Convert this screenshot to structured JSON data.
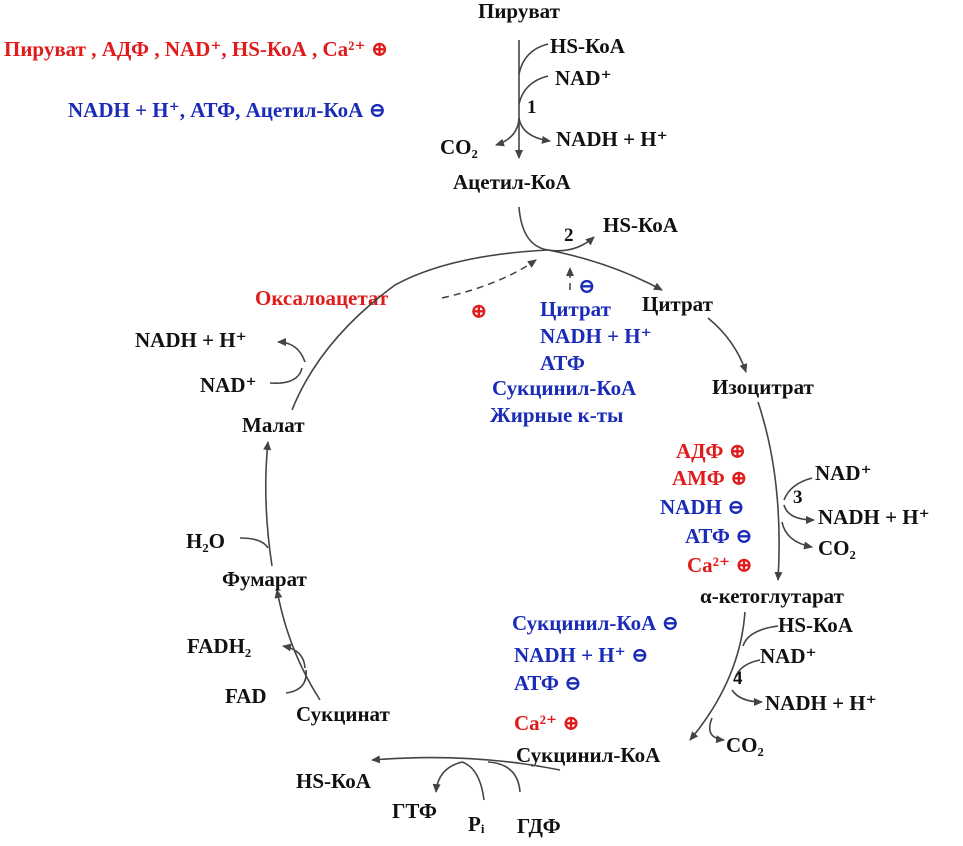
{
  "colors": {
    "activator": "#e01b1b",
    "inhibitor": "#1a2bb8",
    "text": "#111111",
    "line": "#444444"
  },
  "metabolites": {
    "pyruvate": "Пируват",
    "acetyl_coa": "Ацетил-КоА",
    "citrate": "Цитрат",
    "isocitrate": "Изоцитрат",
    "alpha_ketoglutarate": "α-кетоглутарат",
    "succinyl_coa": "Сукцинил-КоА",
    "succinate": "Сукцинат",
    "fumarate": "Фумарат",
    "malate": "Малат",
    "oxaloacetate": "Оксалоацетат"
  },
  "step1": {
    "number": "1",
    "in_1": "HS-КоА",
    "in_2": "NAD⁺",
    "out_1": "CO₂",
    "out_2": "NADH + H⁺",
    "activators": "Пируват , АДФ , NAD⁺, HS-КоА , Ca²⁺ ⊕",
    "inhibitors": "NADH + H⁺,  АТФ,  Ацетил-КоА  ⊖"
  },
  "step2": {
    "number": "2",
    "out": "HS-КоА",
    "inhibit_symbol": "⊖",
    "activate_symbol": "⊕",
    "inhibitors": [
      "Цитрат",
      "NADH + H⁺",
      "АТФ",
      "Сукцинил-КоА",
      "Жирные к-ты"
    ]
  },
  "step3": {
    "number": "3",
    "in": "NAD⁺",
    "out_1": "NADH + H⁺",
    "out_2": "CO₂",
    "regulators": [
      {
        "text": "АДФ ⊕",
        "kind": "activator"
      },
      {
        "text": "АМФ ⊕",
        "kind": "activator"
      },
      {
        "text": "NADH ⊖",
        "kind": "inhibitor"
      },
      {
        "text": "АТФ ⊖",
        "kind": "inhibitor"
      },
      {
        "text": "Ca²⁺ ⊕",
        "kind": "activator"
      }
    ]
  },
  "step4": {
    "number": "4",
    "in_1": "HS-КоА",
    "in_2": "NAD⁺",
    "out_1": "NADH + H⁺",
    "out_2": "CO₂",
    "regulators": [
      {
        "text": "Сукцинил-КоА  ⊖",
        "kind": "inhibitor"
      },
      {
        "text": "NADH + H⁺   ⊖",
        "kind": "inhibitor"
      },
      {
        "text": "АТФ ⊖",
        "kind": "inhibitor"
      },
      {
        "text": "Ca²⁺  ⊕",
        "kind": "activator"
      }
    ]
  },
  "step5": {
    "in_1": "ГДФ",
    "in_2": "Pᵢ",
    "out_1": "ГТФ",
    "out_2": "HS-КоА"
  },
  "step6": {
    "out": "FADH₂",
    "in": "FAD"
  },
  "step7": {
    "in": "H₂O"
  },
  "step8": {
    "out": "NADH + H⁺",
    "in": "NAD⁺"
  }
}
